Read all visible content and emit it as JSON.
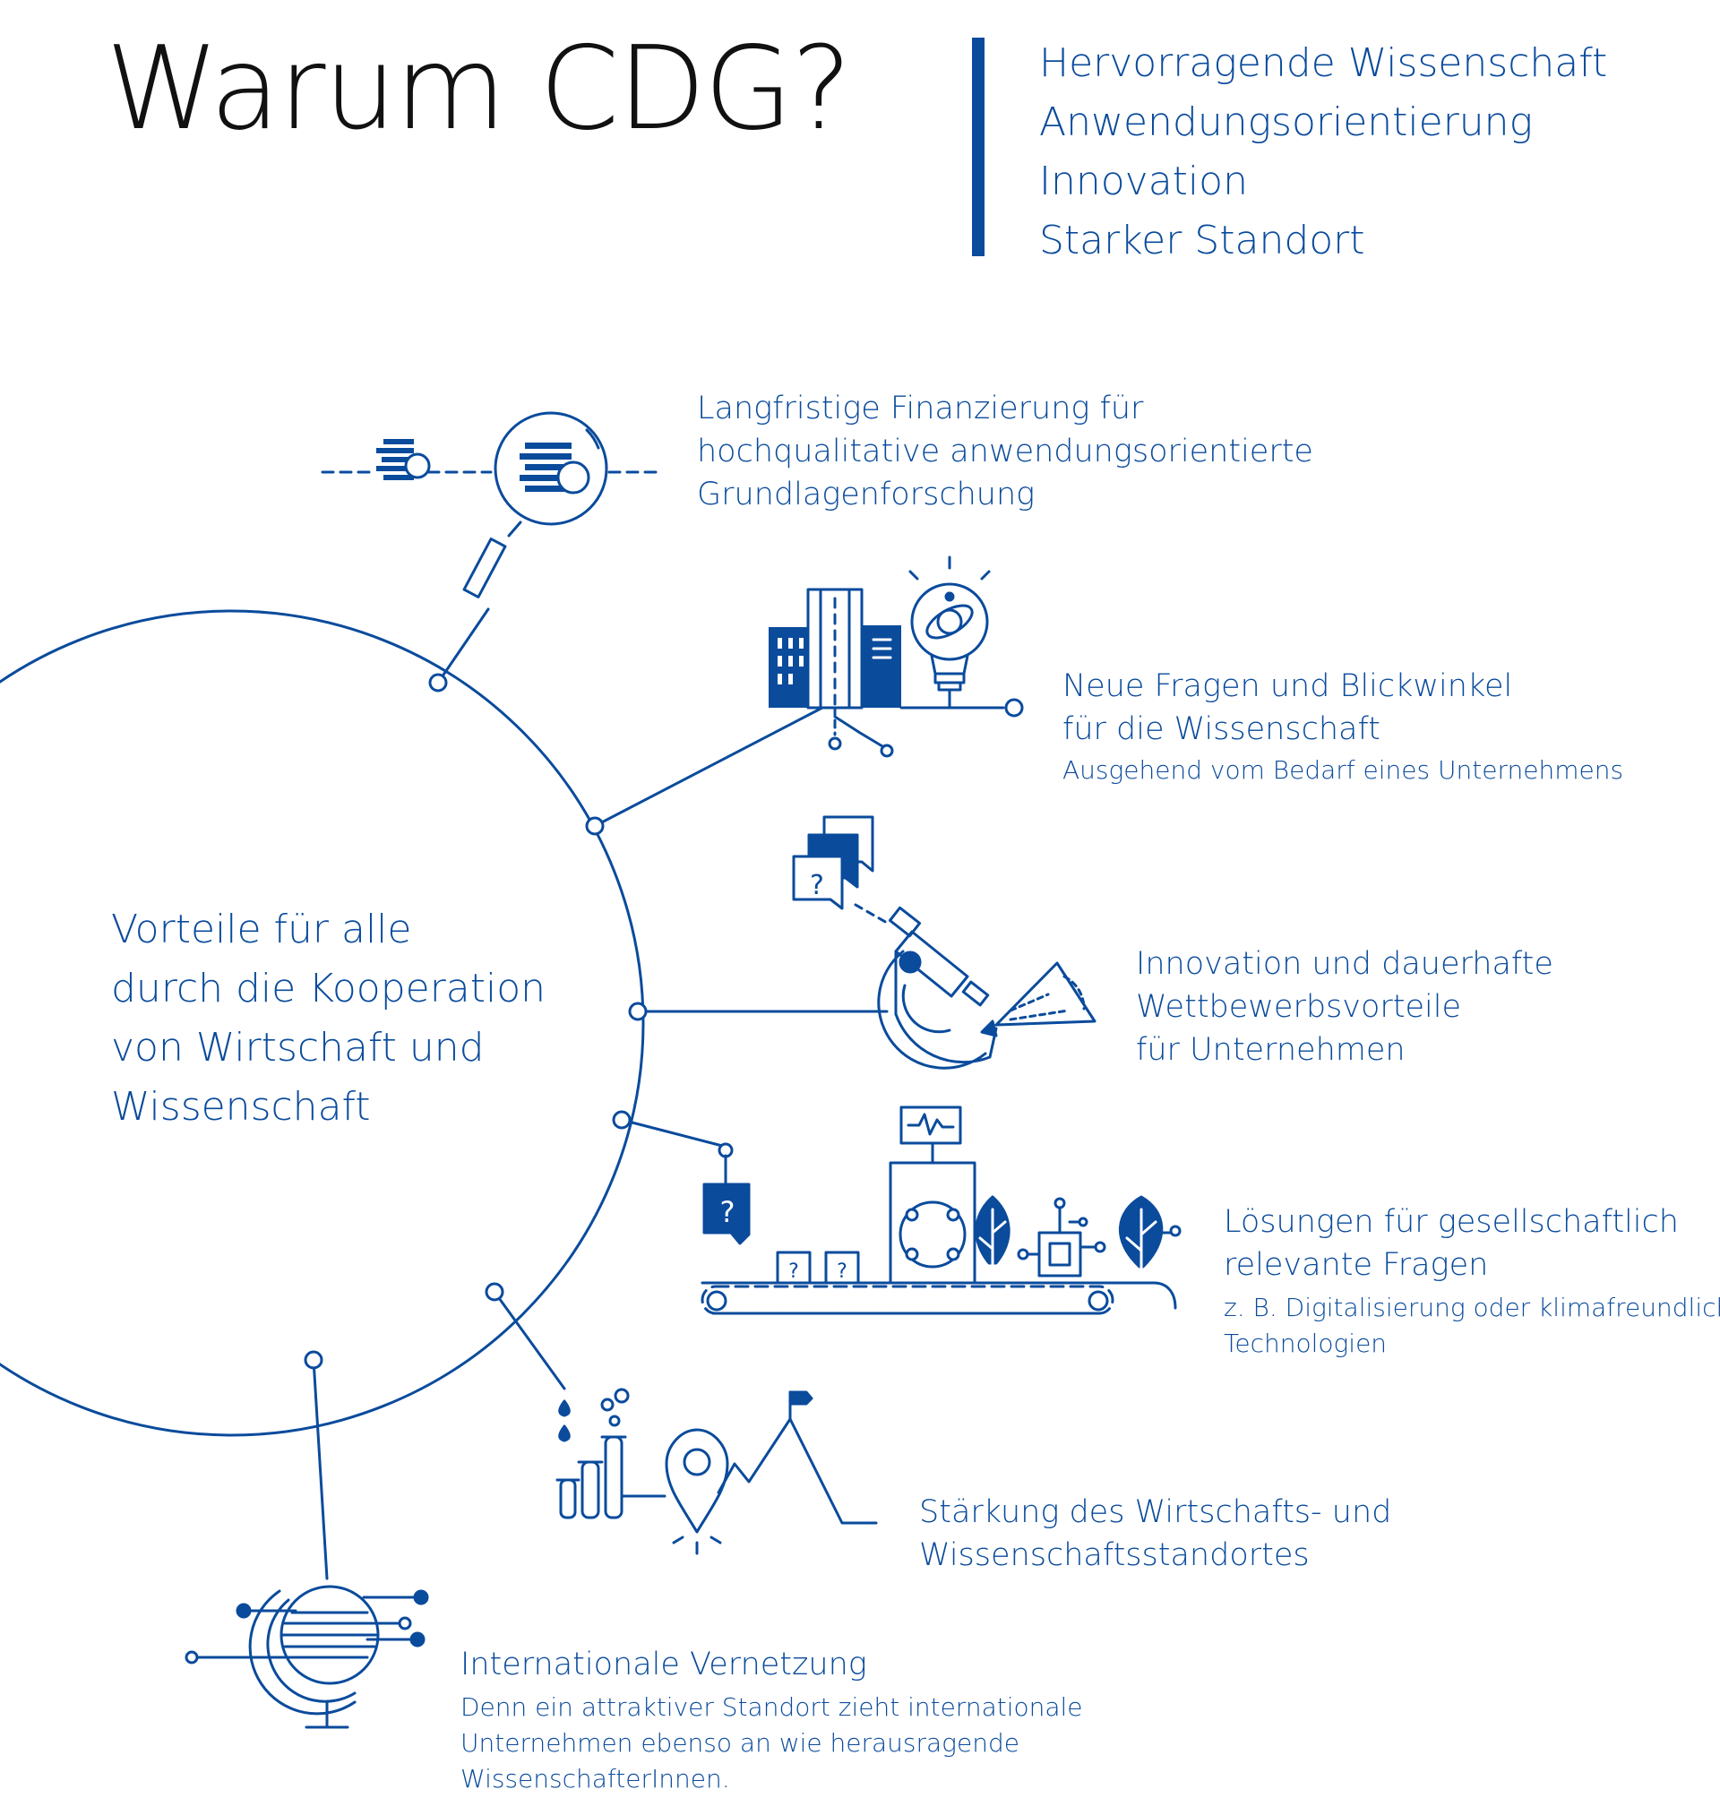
{
  "title": "Warum CDG?",
  "pillars": [
    "Hervorragende Wissenschaft",
    "Anwendungsorientierung",
    "Innovation",
    "Starker Standort"
  ],
  "center": {
    "lines": [
      "Vorteile für alle",
      "durch die Kooperation",
      "von Wirtschaft und",
      "Wissenschaft"
    ]
  },
  "benefits": [
    {
      "id": "funding",
      "icon": "magnifier-icon",
      "lines": [
        "Langfristige Finanzierung für",
        "hochqualitative anwendungsorientierte",
        "Grundlagenforschung"
      ],
      "sub": []
    },
    {
      "id": "questions",
      "icon": "city-lightbulb-icon",
      "lines": [
        "Neue Fragen und Blickwinkel",
        "für die Wissenschaft"
      ],
      "sub": [
        "Ausgehend vom Bedarf eines Unternehmens"
      ]
    },
    {
      "id": "innovation",
      "icon": "microscope-icon",
      "lines": [
        "Innovation und dauerhafte",
        "Wettbewerbsvorteile",
        "für Unternehmen"
      ],
      "sub": []
    },
    {
      "id": "solutions",
      "icon": "conveyor-belt-icon",
      "lines": [
        "Lösungen für gesellschaftlich",
        "relevante Fragen"
      ],
      "sub": [
        "z. B. Digitalisierung oder klimafreundliche",
        "Technologien"
      ]
    },
    {
      "id": "location",
      "icon": "map-pin-mountain-icon",
      "lines": [
        "Stärkung des Wirtschafts- und",
        "Wissenschaftsstandortes"
      ],
      "sub": []
    },
    {
      "id": "network",
      "icon": "globe-network-icon",
      "lines": [
        "Internationale Vernetzung"
      ],
      "sub": [
        "Denn ein attraktiver Standort zieht internationale",
        "Unternehmen ebenso an wie herausragende",
        "WissenschafterInnen."
      ]
    }
  ],
  "icon_glyphs": {
    "question_mark": "?"
  },
  "colors": {
    "primary": "#0a4b9c",
    "title": "#111111",
    "background": "#ffffff"
  }
}
